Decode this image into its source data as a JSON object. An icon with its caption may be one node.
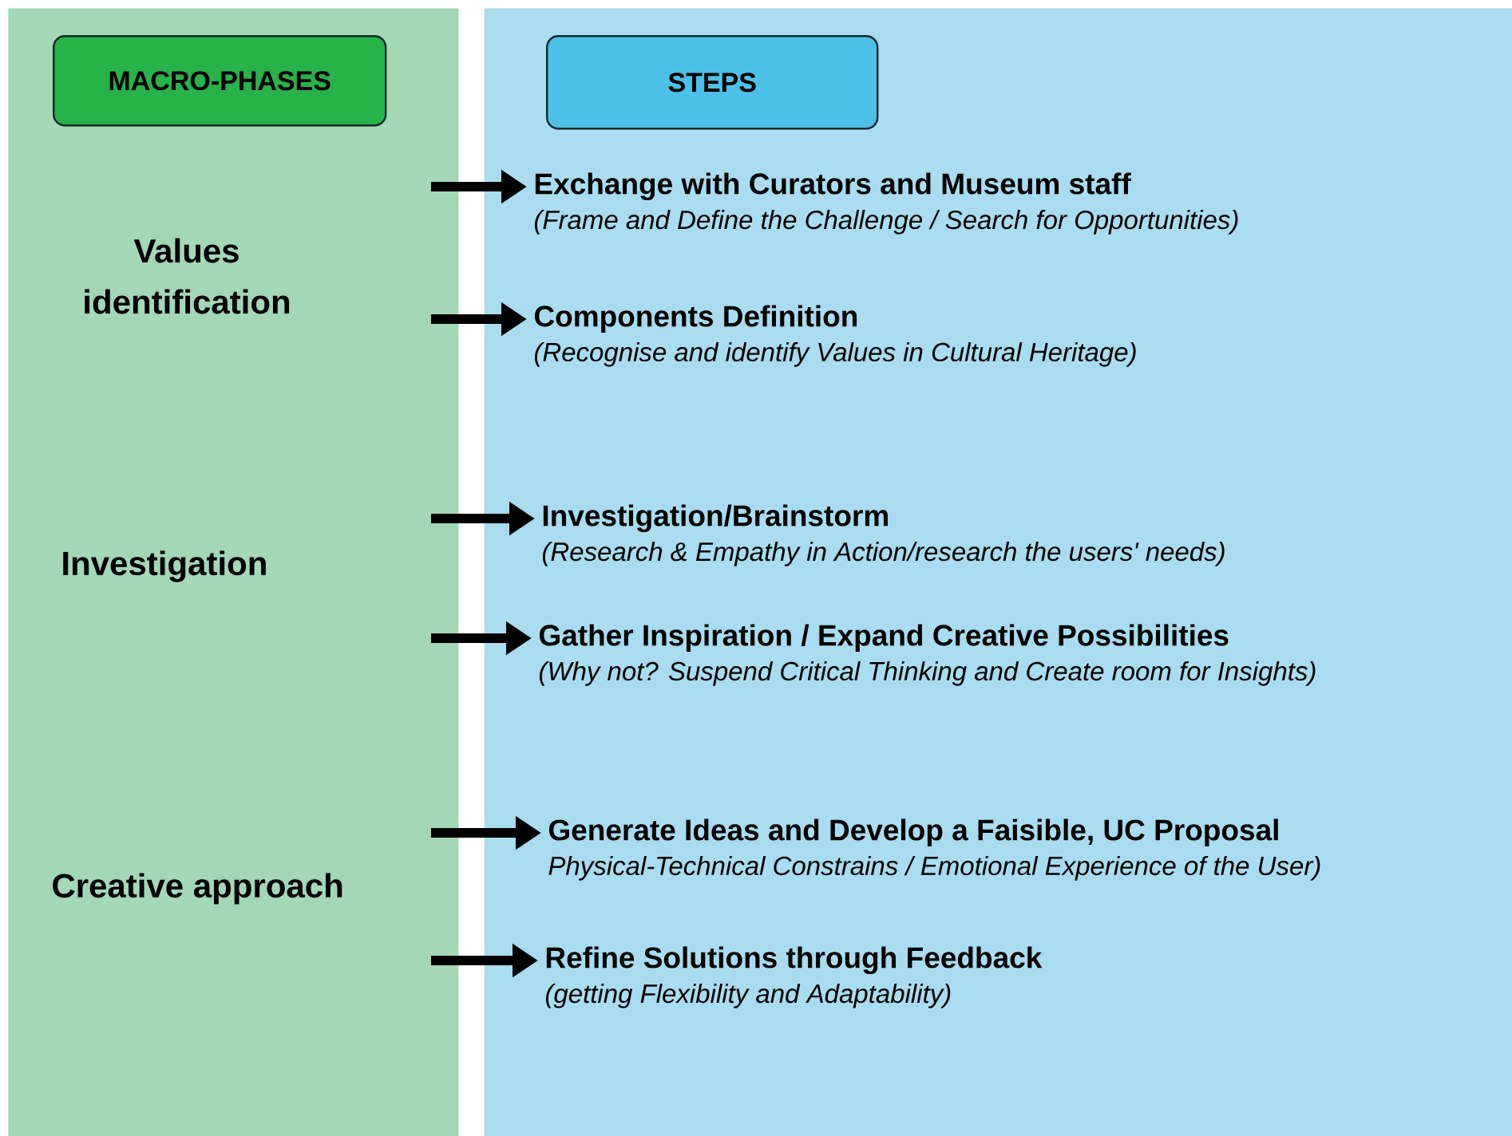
{
  "diagram": {
    "nodes": [
      {
        "text": [],
        "shape": "box"
      },
      {
        "text": [
          "MACRO-PHASES"
        ],
        "in": 0
      },
      {
        "text": [],
        "shape": "box"
      },
      {
        "text": [
          "STEPS"
        ],
        "in": 2
      },
      {
        "text": [
          "Exchange with Curators and Museum staff",
          "(Frame and Define the Challenge / Search for Opportunities)"
        ],
        "in": 2
      },
      {
        "text": [
          "Components Definition",
          "(Recognise and identify Values in Cultural Heritage)"
        ],
        "in": 2
      },
      {
        "text": [
          "Investigation/Brainstorm",
          "(Research & Empathy in Action/research the users' needs)"
        ],
        "in": 2
      },
      {
        "text": [
          "Gather Inspiration / Expand Creative Possibilities",
          "(Why not? Suspend Critical Thinking and Create room for Insights)"
        ],
        "in": 2
      },
      {
        "text": [
          "Generate Ideas and Develop a Faisible, UC Proposal",
          "Physical-Technical Constrains / Emotional Experience of the User)"
        ],
        "in": 2
      },
      {
        "text": [
          "Refine Solutions through Feedback",
          "(getting Flexibility and Adaptability)"
        ],
        "in": 2
      }
    ],
    "edges": [
      {
        "from": null,
        "to": 4,
        "arrow": "to"
      },
      {
        "from": null,
        "to": 5,
        "arrow": "to"
      },
      {
        "from": null,
        "to": 6,
        "arrow": "to"
      },
      {
        "from": null,
        "to": 7,
        "arrow": "to"
      },
      {
        "from": null,
        "to": 8,
        "arrow": "to"
      },
      {
        "from": null,
        "to": 9,
        "arrow": "to"
      }
    ],
    "labels": [
      "Values identification",
      "Investigation",
      "Creative approach"
    ]
  }
}
